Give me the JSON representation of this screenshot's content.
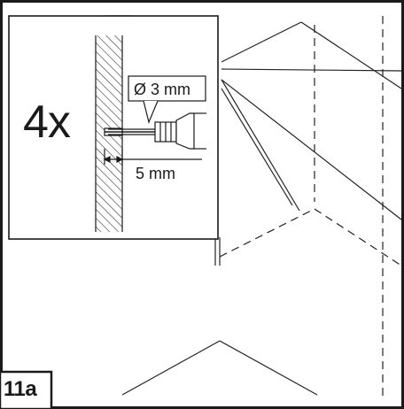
{
  "callout": {
    "quantity": "4x",
    "drill_diameter": "Ø 3 mm",
    "drill_depth": "5 mm"
  },
  "step_label": "11a",
  "icons": [
    "drill-icon",
    "wall-hatch-icon",
    "screw-hole-icon"
  ]
}
